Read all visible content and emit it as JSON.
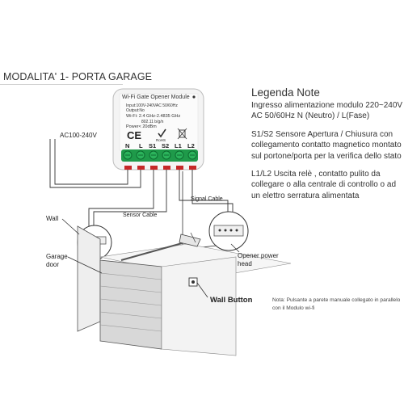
{
  "title": "MODALITA' 1- PORTA GARAGE",
  "legend": {
    "heading": "Legenda Note",
    "p1": "Ingresso alimentazione modulo 220~240V AC 50/60Hz N (Neutro) / L(Fase)",
    "p2": "S1/S2 Sensore Apertura / Chiusura con collegamento contatto magnetico montato sul portone/porta per la verifica dello stato",
    "p3": "L1/L2 Uscita relè , contatto pulito da collegare o alla centrale di controllo o ad un elettro serratura alimentata"
  },
  "module": {
    "title": "Wi-Fi Gate Opener Module",
    "line1": "Input:100V-240VAC 50/60Hz",
    "line2": "Output:No",
    "line3": "Wi-Fi: 2.4 GHz-2.4835 GHz",
    "line4": "802.11 b/g/n",
    "line5": "Power< 20dBm",
    "mark_ce": "CE",
    "mark_rohs": "RoHS",
    "terminals": [
      "N",
      "L",
      "S1",
      "S2",
      "L1",
      "L2"
    ]
  },
  "labels": {
    "ac": "AC100-240V",
    "wall": "Wall",
    "garage_door": "Garage door",
    "sensor_cable": "Sensor Cable",
    "signal_cable": "Signal Cable",
    "opener_head": "Opener power head",
    "wall_button": "Wall Button"
  },
  "note": "Nota: Pulsante a parete manuale collegato in parallelo con il Modulo wi-fi",
  "colors": {
    "module_body": "#f4f4f4",
    "terminal_green": "#1f9a4a",
    "cable_red": "#c62828",
    "line": "#333333",
    "door_grey": "#d8d8d8"
  }
}
